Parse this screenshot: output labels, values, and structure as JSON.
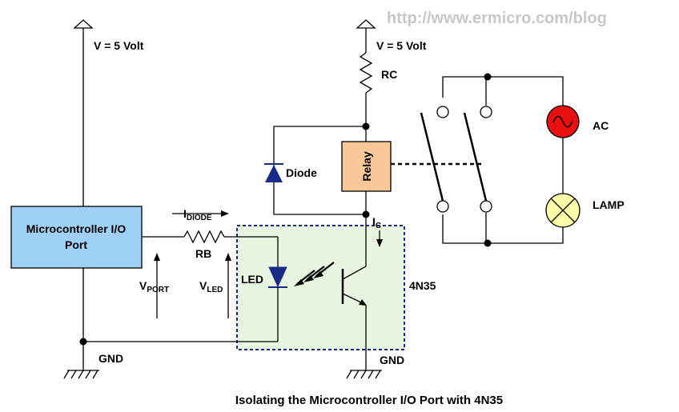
{
  "watermark": "http://www.ermicro.com/blog",
  "caption": "Isolating the Microcontroller I/O Port with 4N35",
  "labels": {
    "vcc_left": "V = 5 Volt",
    "vcc_right": "V = 5 Volt",
    "rc": "RC",
    "diode": "Diode",
    "relay": "Relay",
    "ac": "AC",
    "lamp": "LAMP",
    "mcu_line1": "Microcontroller I/O",
    "mcu_line2": "Port",
    "i_diode_main": "I",
    "i_diode_sub": "DIODE",
    "rb": "RB",
    "v_port_main": "V",
    "v_port_sub": "PORT",
    "v_led_main": "V",
    "v_led_sub": "LED",
    "led": "LED",
    "ic_main": "I",
    "ic_sub": "C",
    "optocoupler": "4N35",
    "gnd_left": "GND",
    "gnd_right": "GND"
  },
  "colors": {
    "mcu_fill": "#9fd0f5",
    "relay_fill": "#f8c898",
    "ac_fill": "#e81010",
    "lamp_fill": "#ffffa8",
    "opto_fill": "#e8f5e0",
    "opto_border": "#1a2a88",
    "diode_fill": "#1a2a88"
  }
}
